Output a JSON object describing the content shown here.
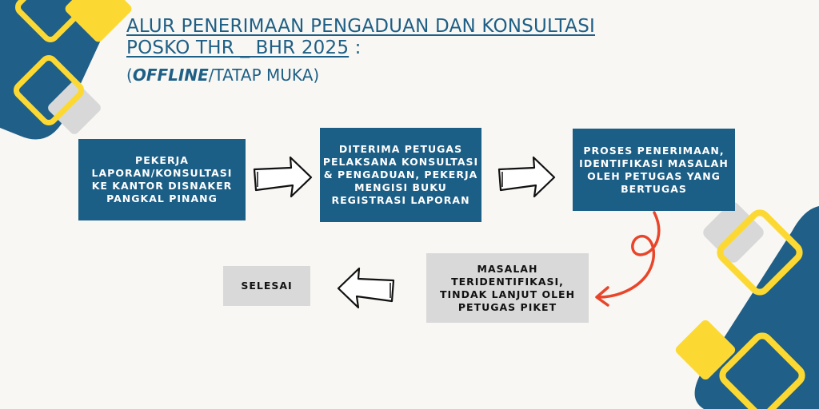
{
  "title": {
    "line1": "ALUR PENERIMAAN PENGADUAN DAN KONSULTASI",
    "line2": "POSKO THR _ BHR 2025",
    "colon": " :",
    "sub_open": "(",
    "sub_italic": "OFFLINE",
    "sub_rest": "/TATAP MUKA)"
  },
  "steps": [
    {
      "text": "PEKERJA LAPORAN/KONSULTASI KE KANTOR DISNAKER PANGKAL PINANG"
    },
    {
      "text": "DITERIMA PETUGAS PELAKSANA KONSULTASI & PENGADUAN, PEKERJA MENGISI BUKU REGISTRASI LAPORAN"
    },
    {
      "text": "PROSES PENERIMAAN, IDENTIFIKASI MASALAH OLEH PETUGAS YANG BERTUGAS"
    },
    {
      "text": "MASALAH TERIDENTIFIKASI, TINDAK LANJUT OLEH PETUGAS PIKET"
    },
    {
      "text": "SELESAI"
    }
  ],
  "colors": {
    "primary": "#1b5e86",
    "accent_yellow": "#fcd932",
    "box_gray": "#d9d9d9",
    "curve_red": "#e8452a"
  }
}
